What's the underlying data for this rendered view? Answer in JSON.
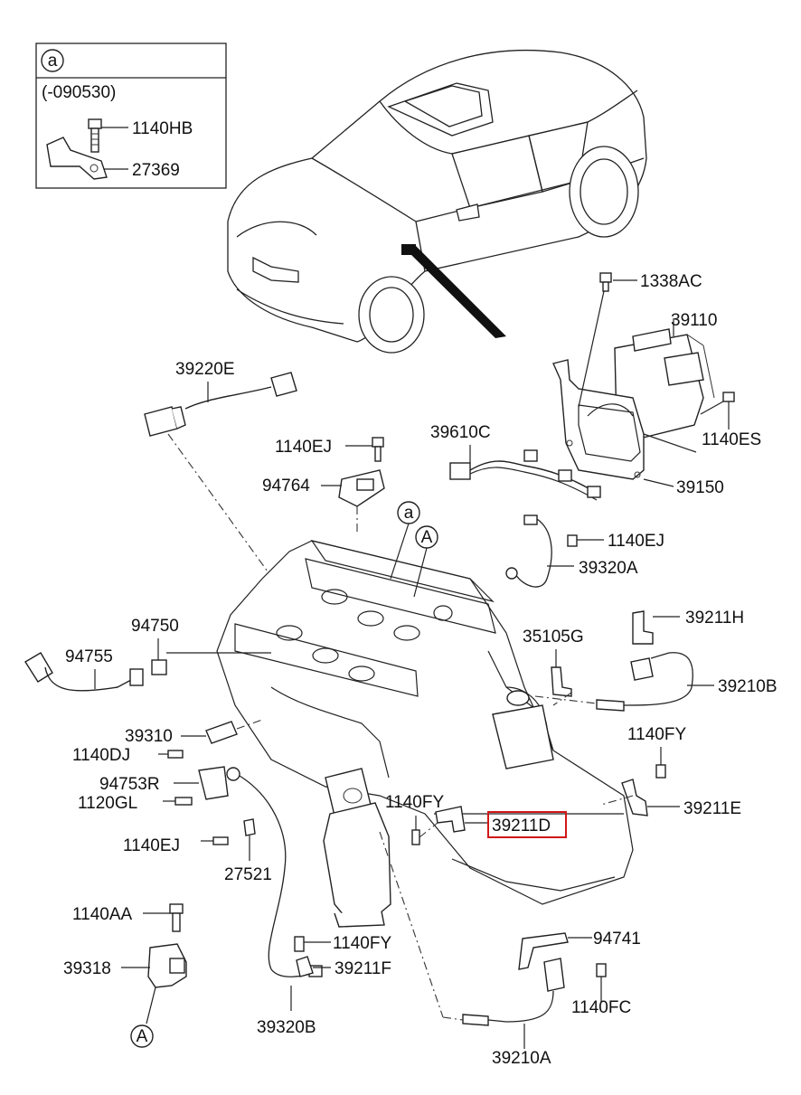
{
  "inset": {
    "marker": "a",
    "range": "(-090530)",
    "parts": [
      "1140HB",
      "27369"
    ]
  },
  "refs": {
    "a": "a",
    "A": "A"
  },
  "highlight": "39211D",
  "labels": {
    "p1338AC": "1338AC",
    "p39110": "39110",
    "p39220E": "39220E",
    "p1140ES": "1140ES",
    "p1140EJ_top": "1140EJ",
    "p39610C": "39610C",
    "p94764": "94764",
    "p39150": "39150",
    "p1140EJ_right": "1140EJ",
    "p39320A": "39320A",
    "p94750": "94750",
    "p39211H": "39211H",
    "p94755": "94755",
    "p35105G": "35105G",
    "p39210B": "39210B",
    "p39310": "39310",
    "p1140DJ": "1140DJ",
    "p1140FY_right": "1140FY",
    "p94753R": "94753R",
    "p1140FY_mid": "1140FY",
    "p1120GL": "1120GL",
    "p39211E": "39211E",
    "p39211D": "39211D",
    "p1140EJ_left": "1140EJ",
    "p27521": "27521",
    "p1140AA": "1140AA",
    "p1140FY_low": "1140FY",
    "p94741": "94741",
    "p39318": "39318",
    "p39211F": "39211F",
    "p1140FC": "1140FC",
    "p39320B": "39320B",
    "p39210A": "39210A"
  },
  "colors": {
    "highlight": "#d01818",
    "line": "#222222"
  }
}
